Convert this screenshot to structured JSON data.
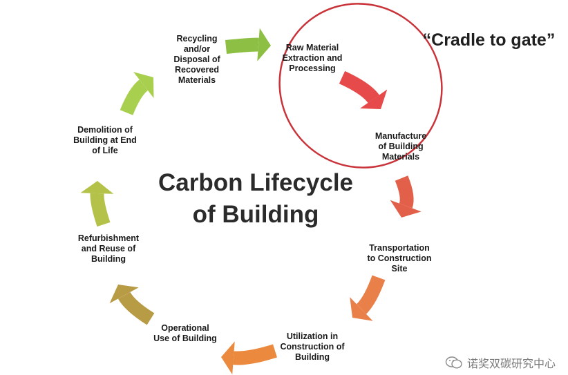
{
  "title": "Carbon Lifecycle\nof Building",
  "scope_label": "“Cradle to gate”",
  "watermark": "诺奖双碳研究中心",
  "highlight_color": "#c9333a",
  "stages": [
    {
      "id": "raw-material",
      "label": "Raw Material\nExtraction and\nProcessing"
    },
    {
      "id": "manufacture",
      "label": "Manufacture\nof Building\nMaterials"
    },
    {
      "id": "transportation",
      "label": "Transportation\nto Construction\nSite"
    },
    {
      "id": "utilization",
      "label": "Utilization in\nConstruction of\nBuilding"
    },
    {
      "id": "operational-use",
      "label": "Operational\nUse of Building"
    },
    {
      "id": "refurbishment",
      "label": "Refurbishment\nand Reuse of\nBuilding"
    },
    {
      "id": "demolition",
      "label": "Demolition of\nBuilding at End\nof Life"
    },
    {
      "id": "recycling",
      "label": "Recycling\nand/or\nDisposal of\nRecovered\nMaterials"
    }
  ],
  "arrows": [
    {
      "id": "recycling-to-raw",
      "color": "#8dbf45"
    },
    {
      "id": "raw-to-manufacture",
      "color": "#e64a4a"
    },
    {
      "id": "manufacture-to-transport",
      "color": "#e2604a"
    },
    {
      "id": "transport-to-utilization",
      "color": "#e9804a"
    },
    {
      "id": "utilization-to-operational",
      "color": "#eb8a3e"
    },
    {
      "id": "operational-to-refurbishment",
      "color": "#b89b45"
    },
    {
      "id": "refurbishment-to-demolition",
      "color": "#b5c24a"
    },
    {
      "id": "demolition-to-recycling",
      "color": "#a9cf4f"
    }
  ]
}
